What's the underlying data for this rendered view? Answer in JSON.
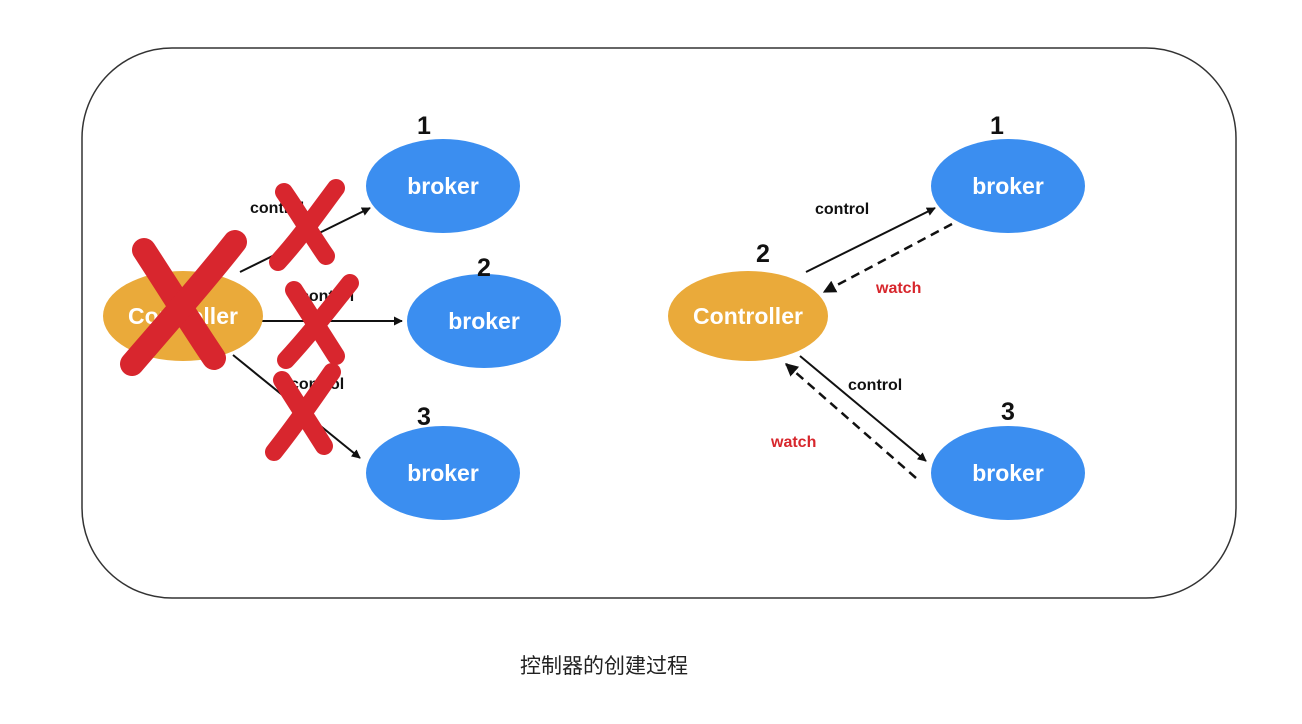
{
  "caption": "控制器的创建过程",
  "colors": {
    "broker": "#3b8ef0",
    "controller": "#eaaa3a",
    "cross": "#d8262e",
    "watch": "#d7262c",
    "line": "#111111",
    "frame": "#333333"
  },
  "left": {
    "controller_label": "Controller",
    "nodes": [
      {
        "number": "1",
        "label": "broker"
      },
      {
        "number": "2",
        "label": "broker"
      },
      {
        "number": "3",
        "label": "broker"
      }
    ],
    "edge_labels": [
      "control",
      "control",
      "control"
    ]
  },
  "right": {
    "controller_number": "2",
    "controller_label": "Controller",
    "nodes": [
      {
        "number": "1",
        "label": "broker"
      },
      {
        "number": "3",
        "label": "broker"
      }
    ],
    "control_labels": [
      "control",
      "control"
    ],
    "watch_labels": [
      "watch",
      "watch"
    ]
  }
}
